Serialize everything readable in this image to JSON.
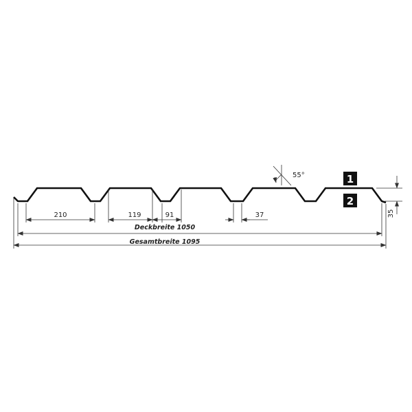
{
  "diagram": {
    "dimensions": {
      "rib_pitch": "210",
      "top_flange": "119",
      "valley_top": "91",
      "valley_bottom": "37",
      "height": "35",
      "angle": "55°"
    },
    "labels": {
      "cover_width": "Deckbreite 1050",
      "total_width": "Gesamtbreite 1095"
    },
    "badges": {
      "side_one": "1",
      "side_two": "2"
    },
    "colors": {
      "profile": "#111111",
      "dimension_lines": "#333333",
      "badge_background": "#111111",
      "badge_text": "#ffffff",
      "background": "#ffffff"
    }
  }
}
